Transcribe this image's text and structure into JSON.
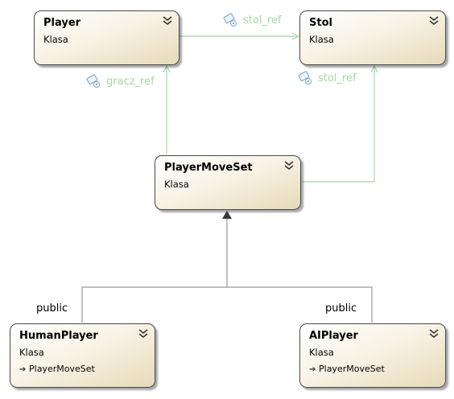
{
  "classes": {
    "player": {
      "name": "Player",
      "kind": "Klasa"
    },
    "stol": {
      "name": "Stol",
      "kind": "Klasa"
    },
    "playermoveset": {
      "name": "PlayerMoveSet",
      "kind": "Klasa"
    },
    "humanplayer": {
      "name": "HumanPlayer",
      "kind": "Klasa",
      "base": "PlayerMoveSet"
    },
    "aiplayer": {
      "name": "AIPlayer",
      "kind": "Klasa",
      "base": "PlayerMoveSet"
    }
  },
  "associations": {
    "player_to_stol": "stol_ref",
    "moveset_to_player": "gracz_ref",
    "moveset_to_stol": "stol_ref"
  },
  "inheritance": {
    "human_visibility": "public",
    "ai_visibility": "public"
  },
  "colors": {
    "association_line": "#a6d8a3",
    "inheritance_line": "#9a9a9a",
    "class_border": "#4a4a4a",
    "class_fill_light": "#ffffff",
    "class_fill_dark": "#e6dab8"
  },
  "icons": {
    "collapse": "double-chevron-up-icon",
    "property": "property-icon",
    "inheritance": "inheritance-arrow-icon"
  }
}
